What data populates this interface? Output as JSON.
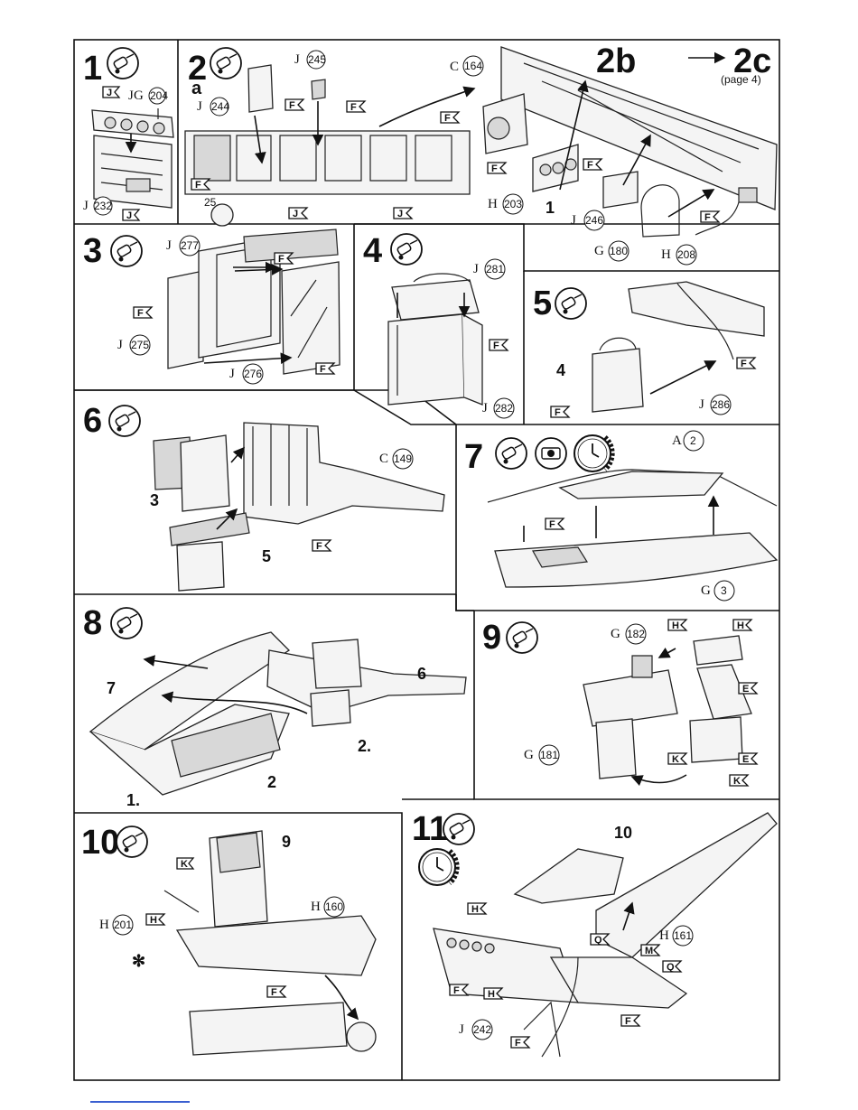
{
  "steps": [
    {
      "n": "1"
    },
    {
      "n": "2",
      "sub": "a"
    },
    {
      "n": "2b"
    },
    {
      "n": "2c",
      "page": "(page 4)"
    },
    {
      "n": "3"
    },
    {
      "n": "4"
    },
    {
      "n": "5"
    },
    {
      "n": "6"
    },
    {
      "n": "7"
    },
    {
      "n": "8"
    },
    {
      "n": "9"
    },
    {
      "n": "10"
    },
    {
      "n": "11"
    }
  ],
  "labels": {
    "g204": "G",
    "g204n": "204",
    "j232": "J",
    "j232n": "232",
    "j245": "J",
    "j245n": "245",
    "j244": "J",
    "j244n": "244",
    "c164": "C",
    "c164n": "164",
    "h203": "H",
    "h203n": "203",
    "j246": "J",
    "j246n": "246",
    "g180": "G",
    "g180n": "180",
    "h208": "H",
    "h208n": "208",
    "j277": "J",
    "j277n": "277",
    "j275": "J",
    "j275n": "275",
    "j276": "J",
    "j276n": "276",
    "j281": "J",
    "j281n": "281",
    "j282": "J",
    "j282n": "282",
    "j286": "J",
    "j286n": "286",
    "c149": "C",
    "c149n": "149",
    "a2": "A",
    "a2n": "2",
    "g3": "G",
    "g3n": "3",
    "g182": "G",
    "g182n": "182",
    "g181": "G",
    "g181n": "181",
    "h201": "H",
    "h201n": "201",
    "h160": "H",
    "h160n": "160",
    "j242": "J",
    "j242n": "242",
    "h161": "H",
    "h161n": "161",
    "num25": "25",
    "num1": "1",
    "num3": "3",
    "num4": "4",
    "num5": "5",
    "num6": "6",
    "num7": "7",
    "num2": "2",
    "num9": "9",
    "num10": "10",
    "s1dot": "1.",
    "s2dot": "2.",
    "star": "✻"
  },
  "tags": {
    "J": "J",
    "F": "F",
    "H": "H",
    "E": "E",
    "K": "K",
    "Q": "Q",
    "M": "M"
  },
  "icons": [
    "glue-tube-icon",
    "paint-pot-icon",
    "clock-icon"
  ]
}
